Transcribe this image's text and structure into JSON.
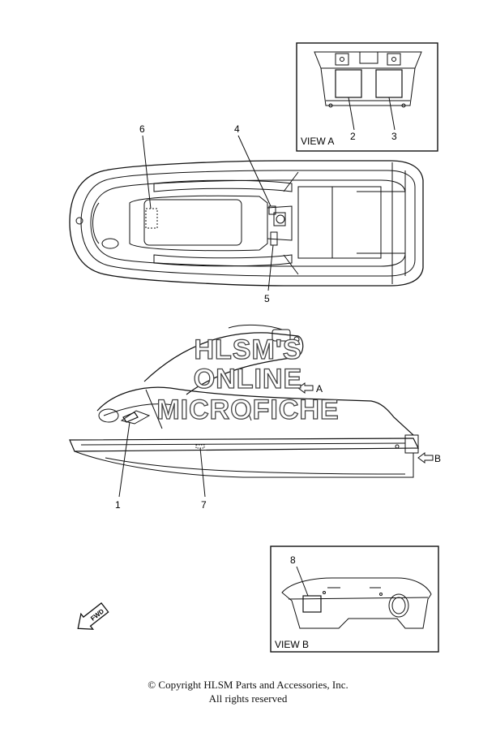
{
  "callouts": {
    "c1": "1",
    "c2": "2",
    "c3": "3",
    "c4": "4",
    "c5": "5",
    "c6": "6",
    "c7": "7",
    "c8": "8"
  },
  "view_a": {
    "label": "VIEW A",
    "arrow_label": "A"
  },
  "view_b": {
    "label": "VIEW B",
    "arrow_label": "B"
  },
  "fwd_label": "FWD",
  "watermark": {
    "line1": "HLSM'S",
    "line2": "ONLINE",
    "line3": "MICROFICHE"
  },
  "footer": {
    "copyright": "© Copyright HLSM Parts and Accessories, Inc.",
    "rights": "All rights reserved"
  }
}
